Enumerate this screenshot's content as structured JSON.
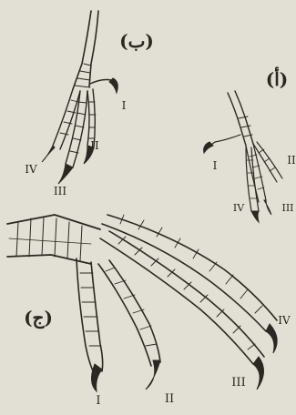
{
  "figure": {
    "panel_b": {
      "letter": "(ب)",
      "toes": [
        "I",
        "II",
        "III",
        "IV"
      ]
    },
    "panel_a": {
      "letter": "(أ)",
      "toes": [
        "I",
        "II",
        "III",
        "IV"
      ]
    },
    "panel_j": {
      "letter": "(ج)",
      "toes": [
        "I",
        "II",
        "III",
        "IV"
      ]
    }
  }
}
